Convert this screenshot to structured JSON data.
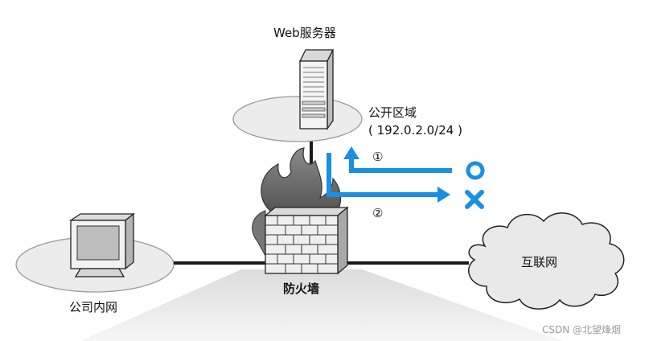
{
  "labels": {
    "web_server": "Web服务器",
    "public_zone": "公开区域",
    "subnet": "( 192.0.2.0/24 )",
    "firewall": "防火墙",
    "internal_net": "公司内网",
    "internet": "互联网",
    "flow_1": "①",
    "flow_2": "②"
  },
  "results": {
    "allowed_symbol": "○",
    "blocked_symbol": "×"
  },
  "watermark": "CSDN @北望烽烟",
  "colors": {
    "arrow": "#1a8fe3",
    "line": "#1a1a1a",
    "ellipse_stroke": "#9a9a9a",
    "ellipse_fill": "#ececec",
    "cloud_fill": "#e9e9e9",
    "server_body": "#f4f4f4",
    "monitor_screen": "#bdbdbd",
    "floor": "#e6e6e6",
    "brick": "#efefef",
    "flame": "#6c6c6c"
  },
  "icons": [
    "server-icon",
    "firewall-icon",
    "monitor-icon",
    "cloud-icon"
  ]
}
